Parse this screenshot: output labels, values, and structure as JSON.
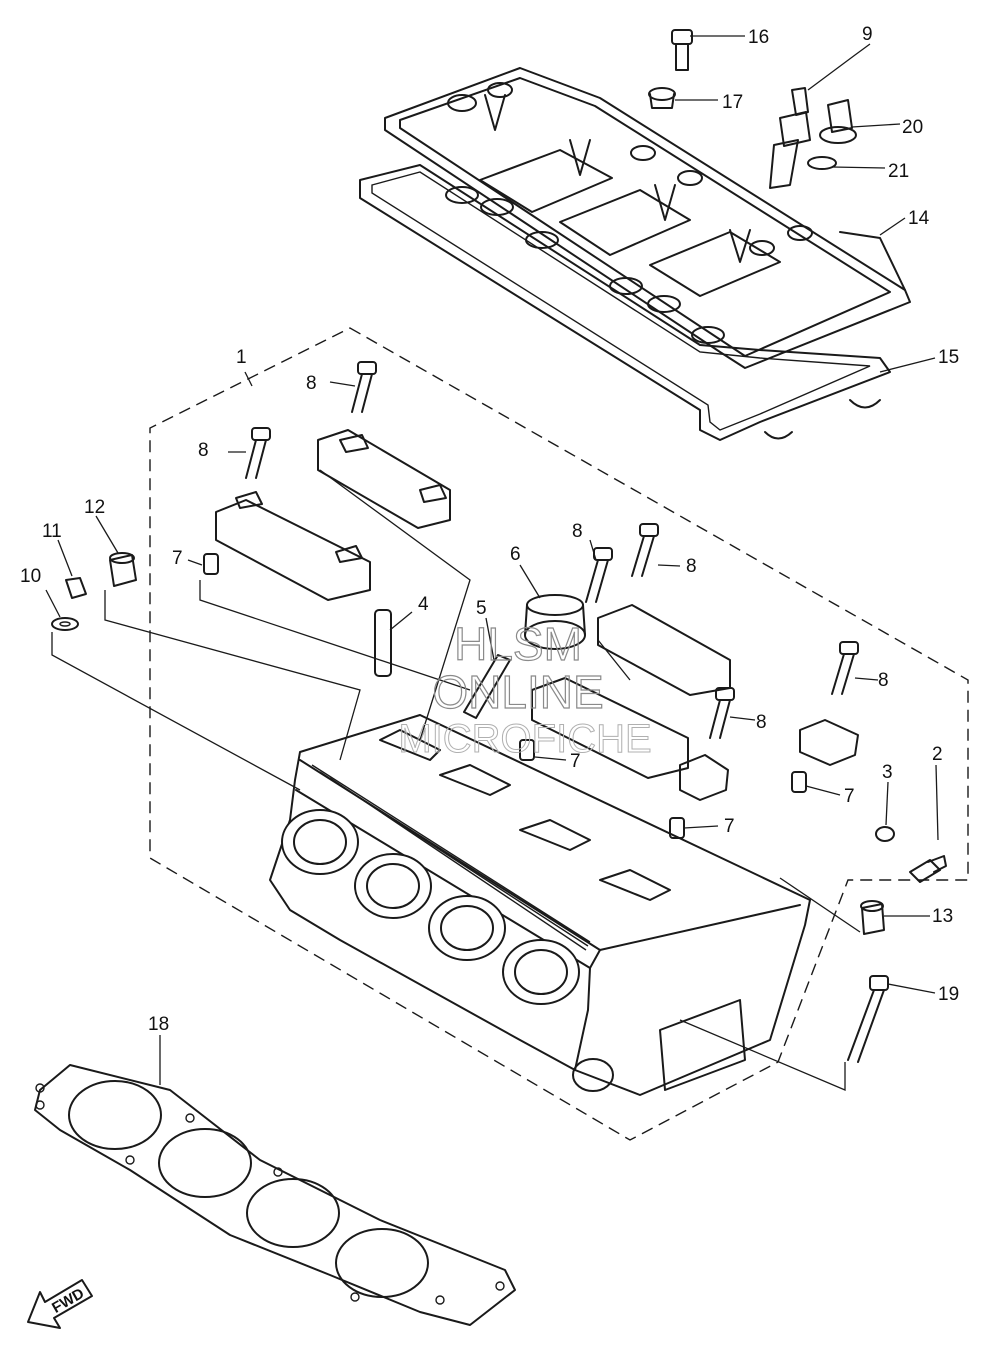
{
  "watermark": {
    "line1": "HLSM",
    "line2": "ONLINE",
    "line3": "MICROFICHE"
  },
  "fwd_label": "FWD",
  "callouts": [
    {
      "id": "c16",
      "label": "16"
    },
    {
      "id": "c9",
      "label": "9"
    },
    {
      "id": "c17",
      "label": "17"
    },
    {
      "id": "c20",
      "label": "20"
    },
    {
      "id": "c21",
      "label": "21"
    },
    {
      "id": "c14",
      "label": "14"
    },
    {
      "id": "c15",
      "label": "15"
    },
    {
      "id": "c1",
      "label": "1"
    },
    {
      "id": "c8a",
      "label": "8"
    },
    {
      "id": "c8b",
      "label": "8"
    },
    {
      "id": "c12",
      "label": "12"
    },
    {
      "id": "c11",
      "label": "11"
    },
    {
      "id": "c10",
      "label": "10"
    },
    {
      "id": "c7a",
      "label": "7"
    },
    {
      "id": "c4",
      "label": "4"
    },
    {
      "id": "c5",
      "label": "5"
    },
    {
      "id": "c6",
      "label": "6"
    },
    {
      "id": "c8c",
      "label": "8"
    },
    {
      "id": "c8d",
      "label": "8"
    },
    {
      "id": "c8e",
      "label": "8"
    },
    {
      "id": "c8f",
      "label": "8"
    },
    {
      "id": "c7b",
      "label": "7"
    },
    {
      "id": "c7c",
      "label": "7"
    },
    {
      "id": "c7d",
      "label": "7"
    },
    {
      "id": "c3",
      "label": "3"
    },
    {
      "id": "c2",
      "label": "2"
    },
    {
      "id": "c13",
      "label": "13"
    },
    {
      "id": "c19",
      "label": "19"
    },
    {
      "id": "c18",
      "label": "18"
    }
  ]
}
